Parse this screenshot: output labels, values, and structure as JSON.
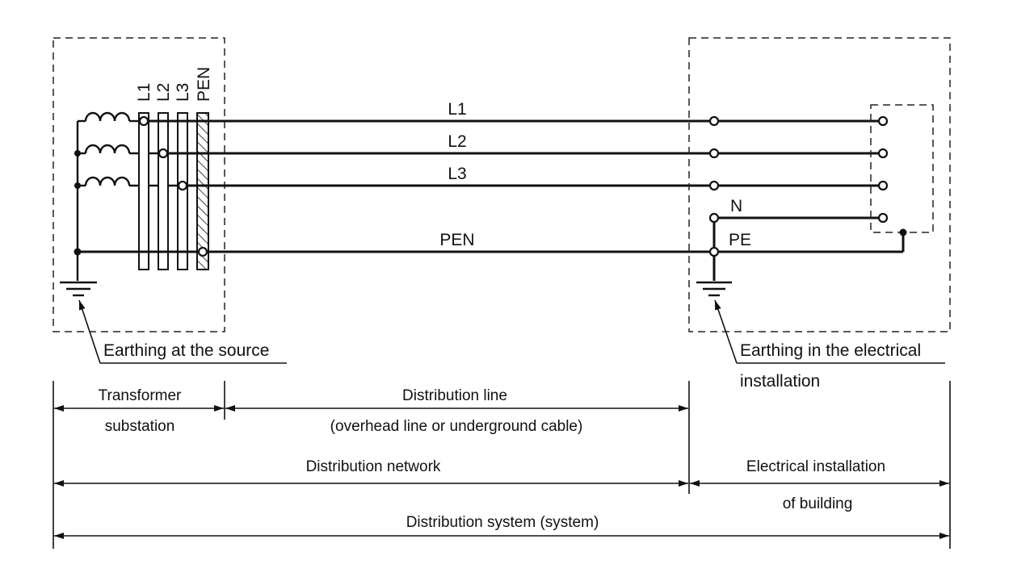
{
  "source": {
    "conductor_labels": [
      "L1",
      "L2",
      "L3",
      "PEN"
    ],
    "earthing_label": "Earthing at the source"
  },
  "line_labels": {
    "l1": "L1",
    "l2": "L2",
    "l3": "L3",
    "pen": "PEN"
  },
  "installation": {
    "n_label": "N",
    "pe_label": "PE",
    "earthing_label_line1": "Earthing in the electrical",
    "earthing_label_line2": "installation"
  },
  "spans": {
    "transformer_line1": "Transformer",
    "transformer_line2": "substation",
    "distribution_line_line1": "Distribution line",
    "distribution_line_line2": "(overhead line or underground cable)",
    "distribution_network": "Distribution network",
    "electrical_installation_line1": "Electrical installation",
    "electrical_installation_line2": "of building",
    "distribution_system": "Distribution system (system)"
  }
}
